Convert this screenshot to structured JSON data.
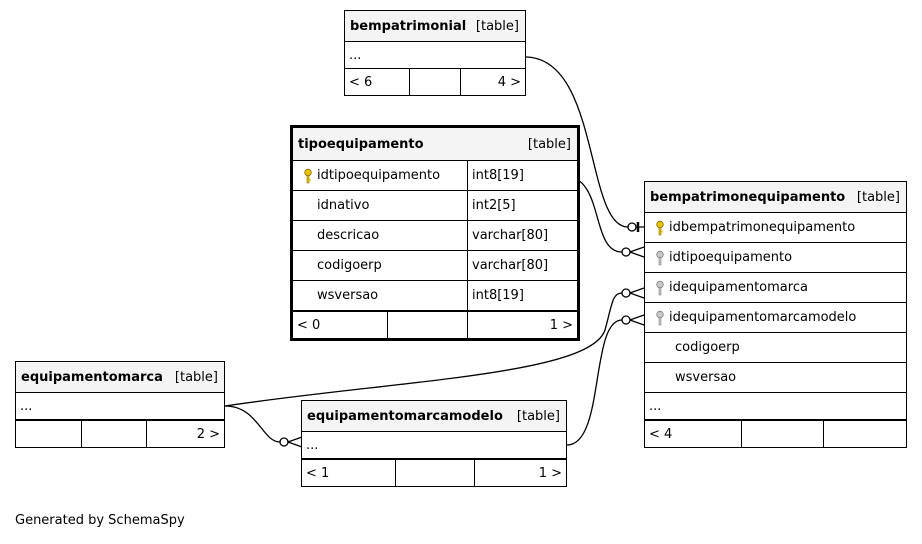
{
  "tables": {
    "bempatrimonial": {
      "name": "bempatrimonial",
      "type": "[table]",
      "rows": [
        "..."
      ],
      "footer": [
        "< 6",
        "",
        "4 >"
      ]
    },
    "tipoequipamento": {
      "name": "tipoequipamento",
      "type": "[table]",
      "columns": [
        {
          "name": "idtipoequipamento",
          "type": "int8[19]",
          "key": "primary"
        },
        {
          "name": "idnativo",
          "type": "int2[5]",
          "key": ""
        },
        {
          "name": "descricao",
          "type": "varchar[80]",
          "key": ""
        },
        {
          "name": "codigoerp",
          "type": "varchar[80]",
          "key": ""
        },
        {
          "name": "wsversao",
          "type": "int8[19]",
          "key": ""
        }
      ],
      "footer": [
        "< 0",
        "",
        "1 >"
      ]
    },
    "bempatrimonequipamento": {
      "name": "bempatrimonequipamento",
      "type": "[table]",
      "columns": [
        {
          "name": "idbempatrimonequipamento",
          "key": "primary"
        },
        {
          "name": "idtipoequipamento",
          "key": "foreign"
        },
        {
          "name": "idequipamentomarca",
          "key": "foreign"
        },
        {
          "name": "idequipamentomarcamodelo",
          "key": "foreign"
        },
        {
          "name": "codigoerp",
          "key": ""
        },
        {
          "name": "wsversao",
          "key": ""
        },
        {
          "name": "...",
          "key": ""
        }
      ],
      "footer": [
        "< 4",
        "",
        ""
      ]
    },
    "equipamentomarca": {
      "name": "equipamentomarca",
      "type": "[table]",
      "rows": [
        "..."
      ],
      "footer": [
        "",
        "",
        "2 >"
      ]
    },
    "equipamentomarcamodelo": {
      "name": "equipamentomarcamodelo",
      "type": "[table]",
      "rows": [
        "..."
      ],
      "footer": [
        "< 1",
        "",
        "1 >"
      ]
    }
  },
  "colors": {
    "primary_key": "#e6c200",
    "foreign_key": "#a8a8a8",
    "header_bg": "#f4f4f4"
  },
  "credit": "Generated by SchemaSpy"
}
